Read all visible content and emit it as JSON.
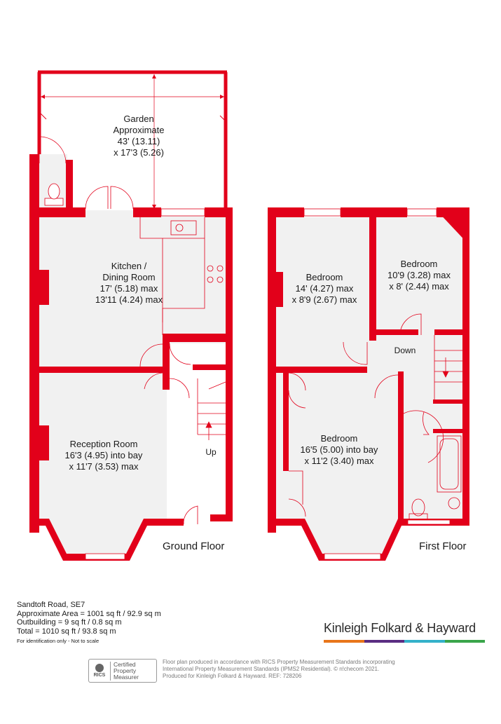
{
  "rooms": {
    "garden": {
      "name": "Garden",
      "line2": "Approximate",
      "line3": "43' (13.11)",
      "line4": "x 17'3 (5.26)"
    },
    "kitchen": {
      "name": "Kitchen /",
      "line2": "Dining Room",
      "line3": "17' (5.18) max",
      "line4": "13'11 (4.24) max"
    },
    "reception": {
      "name": "Reception Room",
      "line2": "16'3 (4.95) into bay",
      "line3": "x 11'7 (3.53) max"
    },
    "bedroom_rear_left": {
      "name": "Bedroom",
      "line2": "14' (4.27) max",
      "line3": "x 8'9 (2.67) max"
    },
    "bedroom_rear_right": {
      "name": "Bedroom",
      "line2": "10'9 (3.28) max",
      "line3": "x 8' (2.44) max"
    },
    "bedroom_front": {
      "name": "Bedroom",
      "line2": "16'5 (5.00) into bay",
      "line3": "x 11'2 (3.40) max"
    }
  },
  "stairs": {
    "up": "Up",
    "down": "Down"
  },
  "floors": {
    "ground": "Ground Floor",
    "first": "First Floor"
  },
  "property": {
    "address": "Sandtoft Road, SE7",
    "area": "Approximate Area = 1001 sq ft / 92.9 sq m",
    "outbuilding": "Outbuilding = 9 sq ft / 0.8 sq m",
    "total": "Total = 1010 sq ft / 93.8 sq m",
    "note": "For identification only - Not to scale"
  },
  "brand": {
    "name": "Kinleigh Folkard & Hayward",
    "colors": [
      "#e8751a",
      "#5a2d82",
      "#34b1c9",
      "#3aa54a"
    ]
  },
  "certification": {
    "badge": "RICS",
    "line1": "Certified",
    "line2": "Property",
    "line3": "Measurer"
  },
  "disclaimer": {
    "line1": "Floor plan produced in accordance with RICS Property Measurement Standards incorporating",
    "line2": "International Property Measurement Standards (IPMS2 Residential).  © n!checom 2021.",
    "line3": "Produced for Kinleigh Folkard & Hayward.  REF: 728206"
  },
  "colors": {
    "wall": "#e2001a",
    "floor": "#f1f1f1",
    "line": "#e2001a"
  }
}
